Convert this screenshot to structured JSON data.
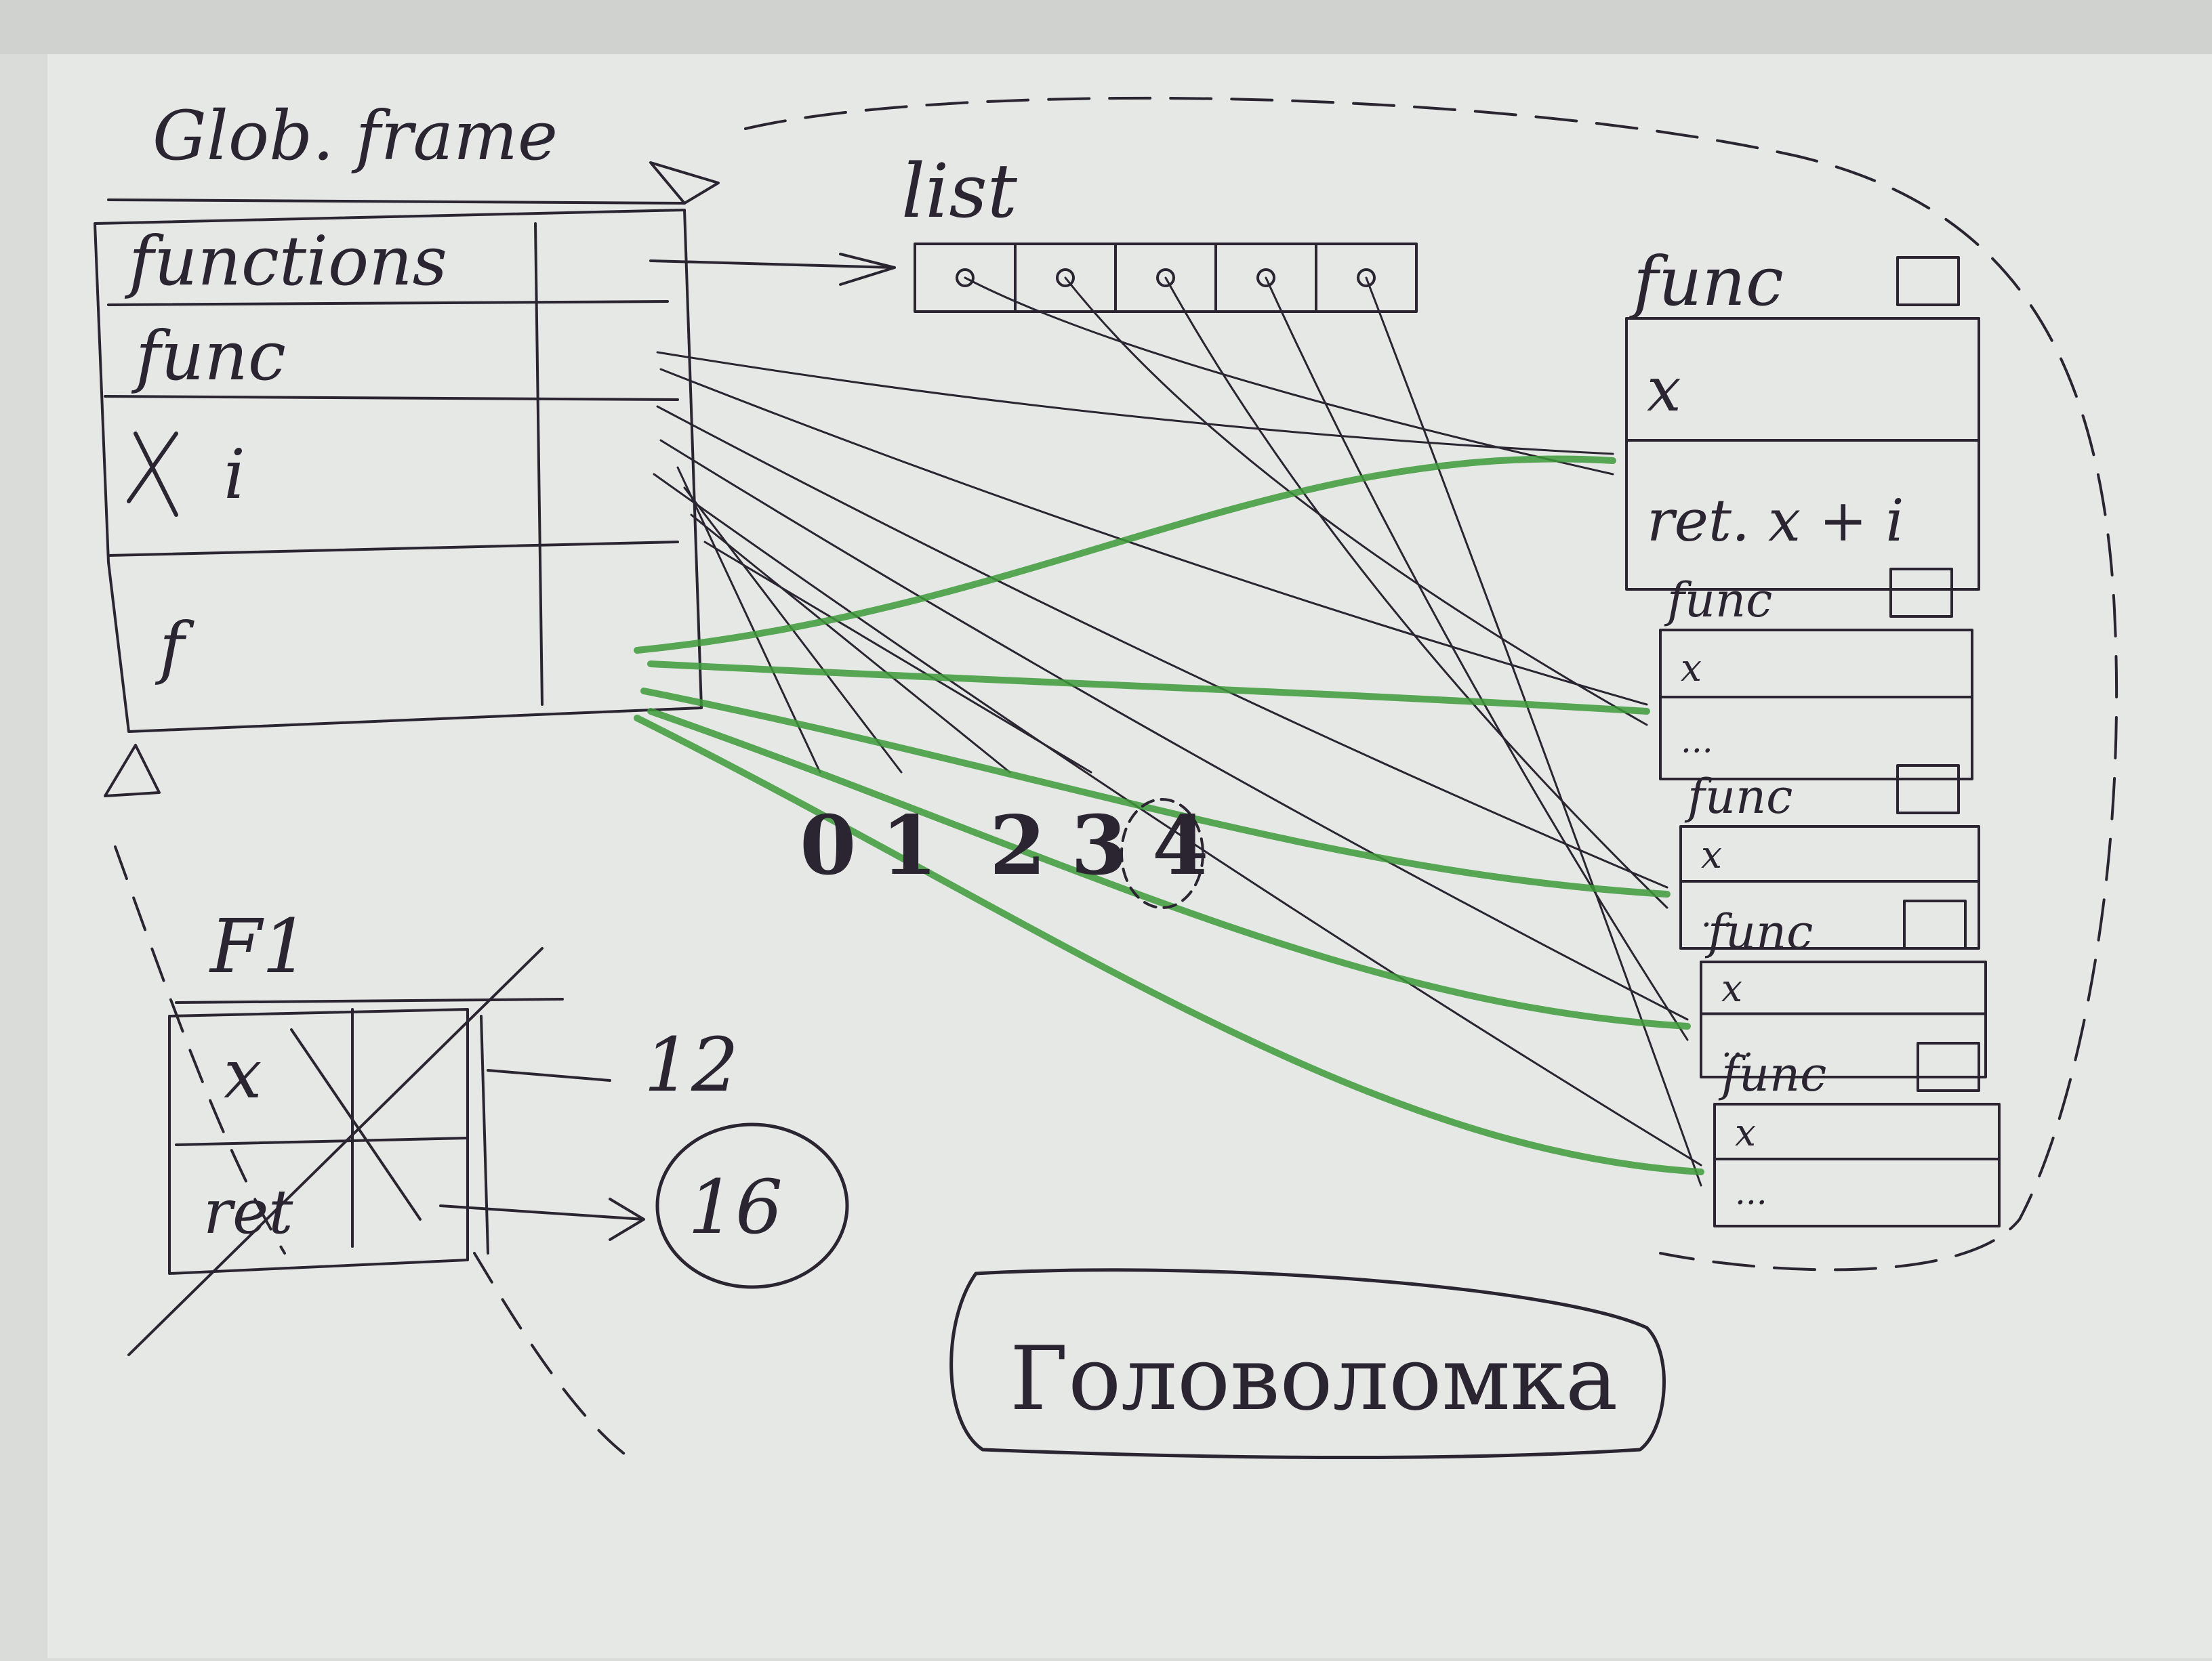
{
  "global_frame": {
    "title": "Glob. frame",
    "rows": [
      "functions",
      "func",
      "i",
      "f"
    ]
  },
  "list": {
    "label": "list",
    "cells": 5
  },
  "func_objects": [
    {
      "label": "func",
      "param": "x",
      "body": "ret. x + i"
    },
    {
      "label": "func",
      "param": "x",
      "body": "..."
    },
    {
      "label": "func",
      "param": "x",
      "body": "..."
    },
    {
      "label": "func",
      "param": "x",
      "body": "..."
    },
    {
      "label": "func",
      "param": "x",
      "body": "..."
    }
  ],
  "values": [
    "0",
    "1",
    "2",
    "3",
    "4"
  ],
  "f1_frame": {
    "title": "F1",
    "rows": [
      "x",
      "ret"
    ],
    "arg_value": "12",
    "return_value": "16"
  },
  "caption": "Головоломка",
  "colors": {
    "ink": "#2a2530",
    "green_marker": "#3d9a3a",
    "paper": "#e6e8e6"
  }
}
